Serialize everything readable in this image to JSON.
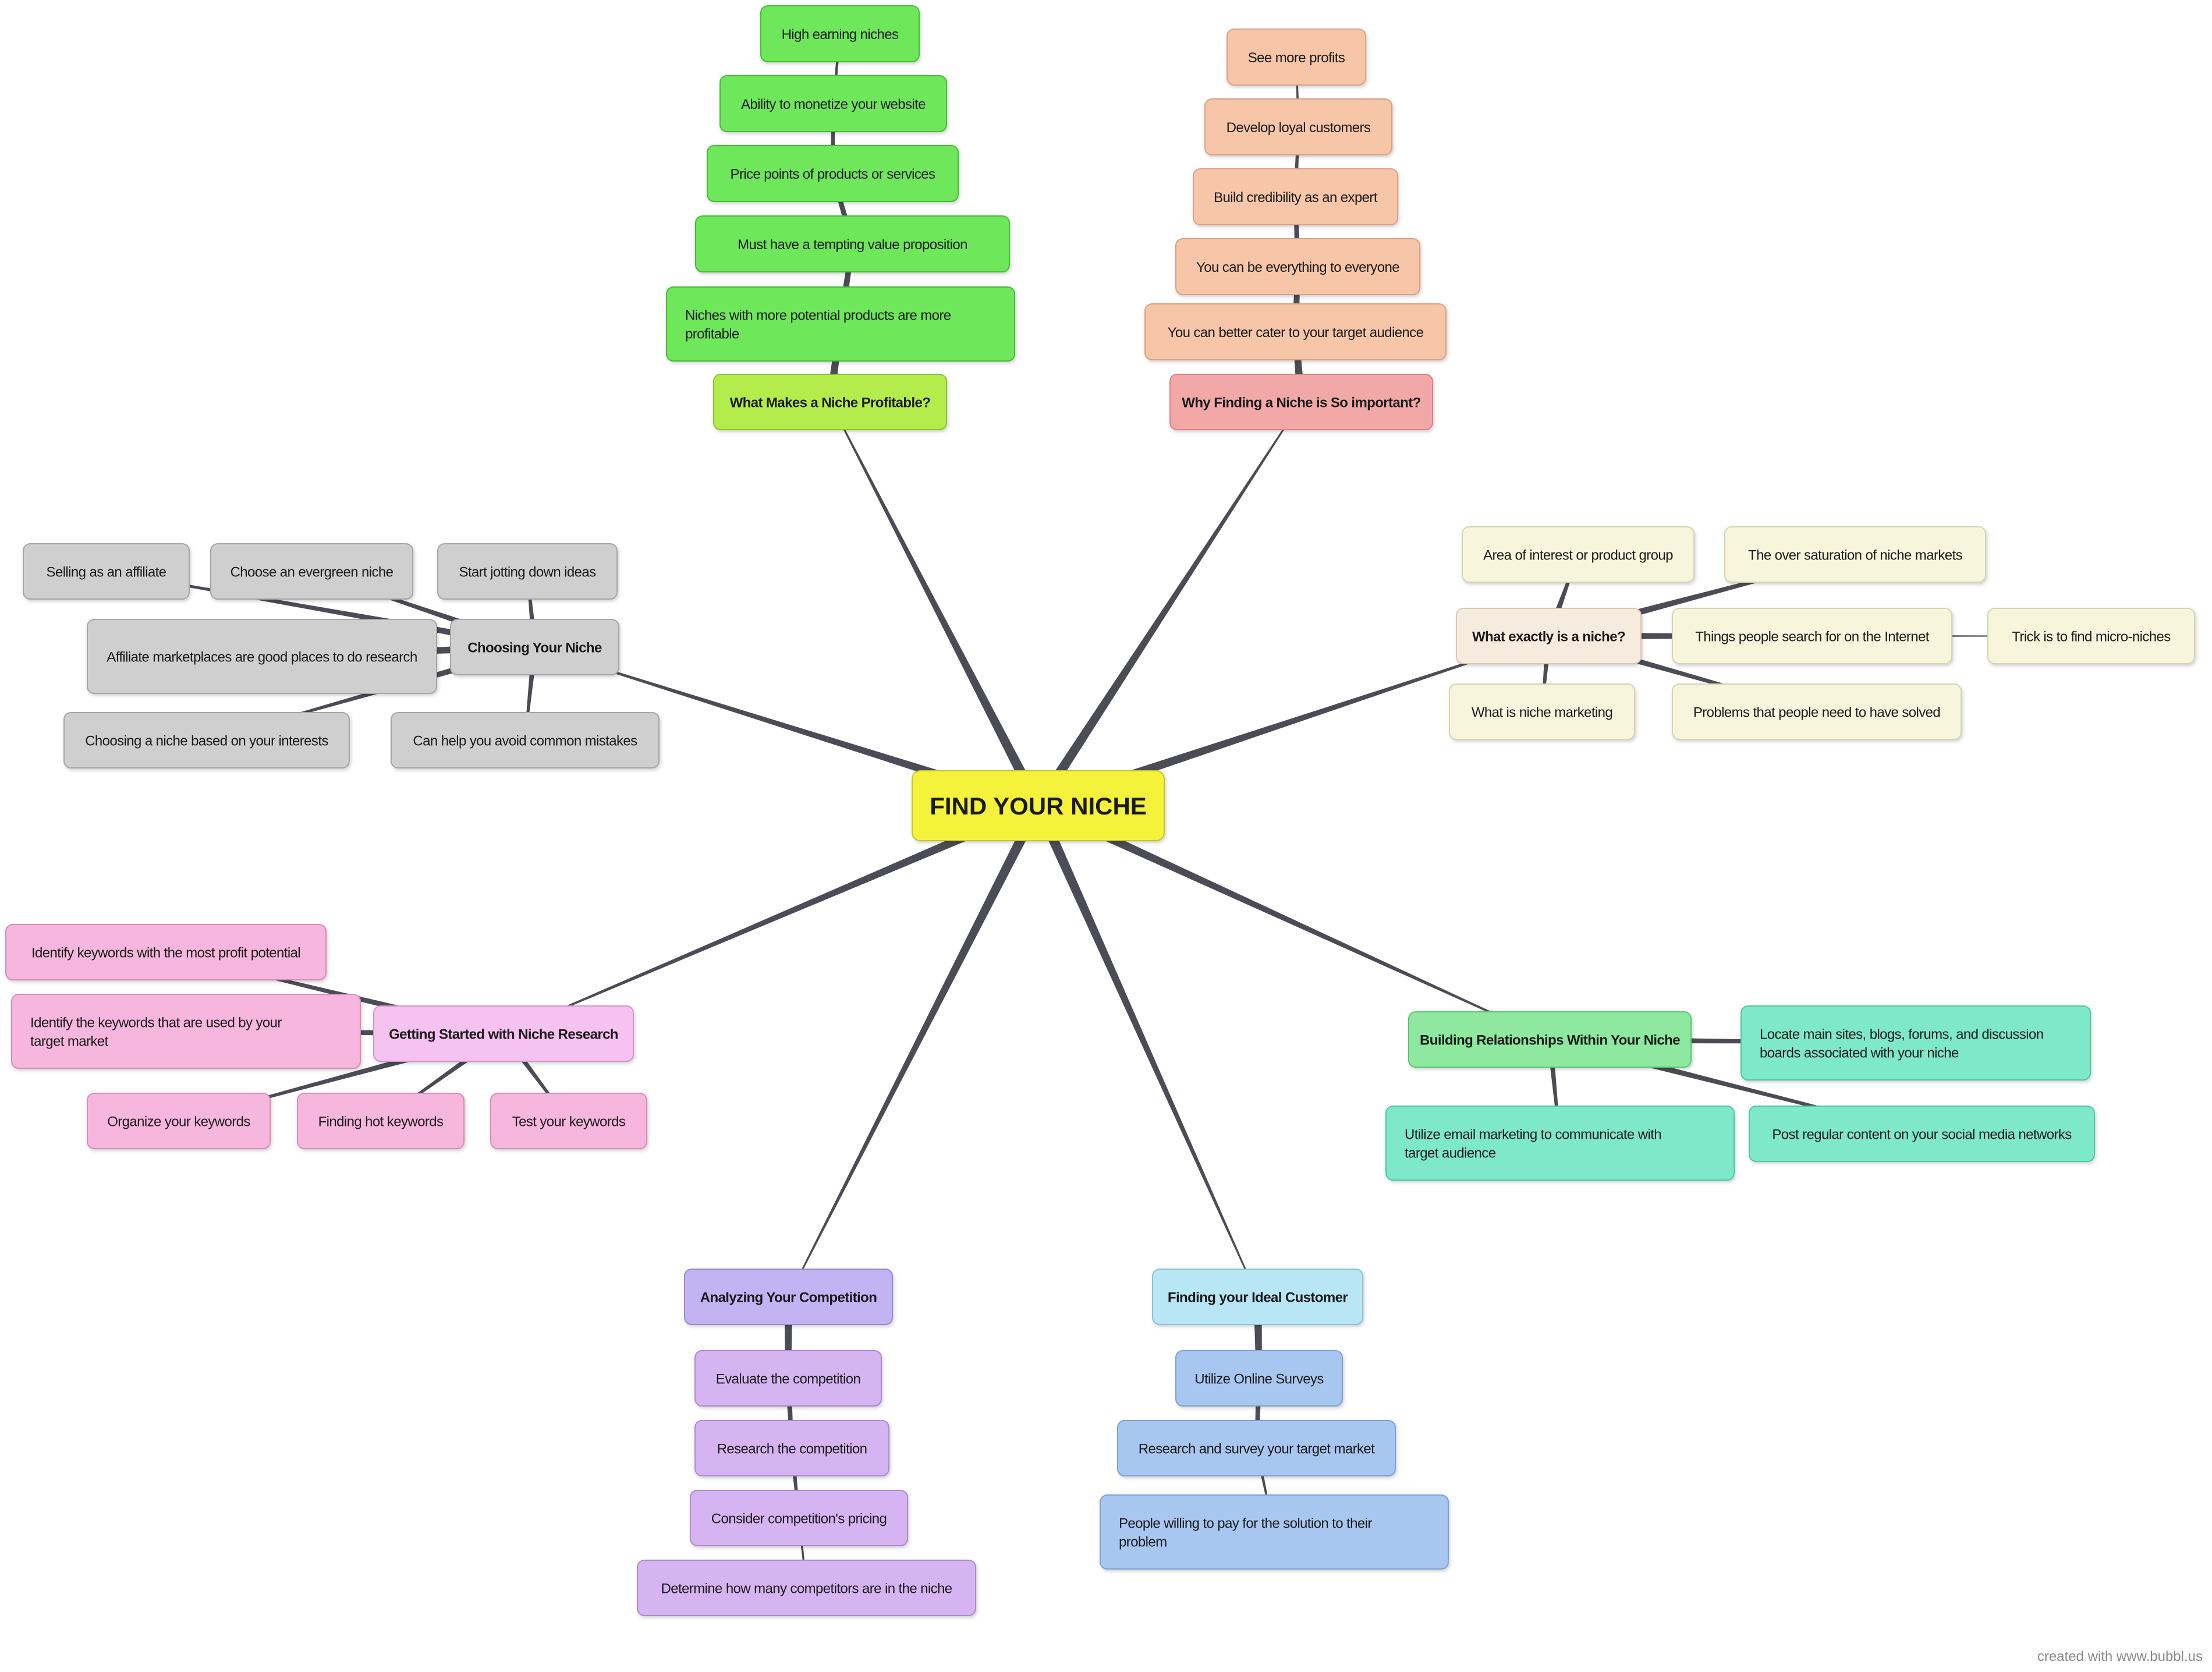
{
  "footer": {
    "credit": "created with www.bubbl.us"
  },
  "palette": {
    "center": {
      "fill": "#f5f23a",
      "stroke": "#c9c424"
    },
    "green": {
      "fill": "#6ee85a",
      "stroke": "#45bd36"
    },
    "lime": {
      "fill": "#b4ec4c",
      "stroke": "#8cc22c"
    },
    "peach": {
      "fill": "#f7c6a8",
      "stroke": "#d9a283"
    },
    "salmon": {
      "fill": "#f3a8a8",
      "stroke": "#d88484"
    },
    "cream": {
      "fill": "#f7f6dd",
      "stroke": "#d6d4b0"
    },
    "creamDark": {
      "fill": "#f6ecdd",
      "stroke": "#d8c9b0"
    },
    "gray": {
      "fill": "#cfcfcf",
      "stroke": "#a6a6a6"
    },
    "pink": {
      "fill": "#f7b6dd",
      "stroke": "#d98cb9"
    },
    "pinkHub": {
      "fill": "#f6c2f0",
      "stroke": "#d495cc"
    },
    "mint": {
      "fill": "#7ee9c8",
      "stroke": "#4fc7a3"
    },
    "mintHub": {
      "fill": "#8fe8a0",
      "stroke": "#5cc673"
    },
    "lavender": {
      "fill": "#d6b4f2",
      "stroke": "#ad89cf"
    },
    "lavHub": {
      "fill": "#c2b4f2",
      "stroke": "#9888cf"
    },
    "sky": {
      "fill": "#b8e6f5",
      "stroke": "#89c2d6"
    },
    "blue": {
      "fill": "#a8c7f0",
      "stroke": "#7ea2d1"
    },
    "lineColor": "#4b4c55",
    "labelColor": "#1a1a1a"
  },
  "center": {
    "id": "center",
    "label": "FIND YOUR NICHE"
  },
  "branches": [
    {
      "id": "profitable",
      "label": "What Makes a Niche Profitable?",
      "children": [
        {
          "id": "p1",
          "label": "Niches with more potential products are more profitable"
        },
        {
          "id": "p2",
          "label": "Must have a tempting value proposition"
        },
        {
          "id": "p3",
          "label": "Price points of products or services"
        },
        {
          "id": "p4",
          "label": "Ability to monetize your website"
        },
        {
          "id": "p5",
          "label": "High earning niches"
        }
      ]
    },
    {
      "id": "important",
      "label": "Why Finding a Niche is So important?",
      "children": [
        {
          "id": "i1",
          "label": "You can better cater to your target audience"
        },
        {
          "id": "i2",
          "label": "You can be everything to everyone"
        },
        {
          "id": "i3",
          "label": "Build credibility as an expert"
        },
        {
          "id": "i4",
          "label": "Develop loyal customers"
        },
        {
          "id": "i5",
          "label": "See more profits"
        }
      ]
    },
    {
      "id": "whatniche",
      "label": "What exactly is a niche?",
      "children": [
        {
          "id": "w1",
          "label": "Area of interest or product group"
        },
        {
          "id": "w2",
          "label": "The over saturation of niche markets"
        },
        {
          "id": "w3",
          "label": "Things people search for on the Internet"
        },
        {
          "id": "w4",
          "label": "What is niche marketing"
        },
        {
          "id": "w5",
          "label": "Problems that people need to have solved"
        },
        {
          "id": "w6",
          "label": "Trick is to find micro-niches"
        }
      ]
    },
    {
      "id": "choosing",
      "label": "Choosing Your Niche",
      "children": [
        {
          "id": "c1",
          "label": "Selling as an affiliate"
        },
        {
          "id": "c2",
          "label": "Choose an evergreen niche"
        },
        {
          "id": "c3",
          "label": "Start jotting down ideas"
        },
        {
          "id": "c4",
          "label": "Affiliate marketplaces are good places to do research"
        },
        {
          "id": "c5",
          "label": "Choosing a niche based on your interests"
        },
        {
          "id": "c6",
          "label": "Can help you avoid common mistakes"
        }
      ]
    },
    {
      "id": "research",
      "label": "Getting Started with Niche Research",
      "children": [
        {
          "id": "r1",
          "label": "Identify keywords with the most profit potential"
        },
        {
          "id": "r2",
          "label": "Identify the keywords that are used by your target market"
        },
        {
          "id": "r3",
          "label": "Organize your keywords"
        },
        {
          "id": "r4",
          "label": "Finding hot keywords"
        },
        {
          "id": "r5",
          "label": "Test your keywords"
        }
      ]
    },
    {
      "id": "relationships",
      "label": "Building Relationships Within Your Niche",
      "children": [
        {
          "id": "b1",
          "label": "Locate main sites, blogs, forums, and discussion boards associated with your niche"
        },
        {
          "id": "b2",
          "label": "Utilize email marketing to communicate with target audience"
        },
        {
          "id": "b3",
          "label": "Post regular content on your social media networks"
        }
      ]
    },
    {
      "id": "competition",
      "label": "Analyzing Your Competition",
      "children": [
        {
          "id": "a1",
          "label": "Evaluate the competition"
        },
        {
          "id": "a2",
          "label": "Research the competition"
        },
        {
          "id": "a3",
          "label": "Consider competition's pricing"
        },
        {
          "id": "a4",
          "label": "Determine how many competitors are in the niche"
        }
      ]
    },
    {
      "id": "customer",
      "label": "Finding your Ideal Customer",
      "children": [
        {
          "id": "f1",
          "label": "Utilize Online Surveys"
        },
        {
          "id": "f2",
          "label": "Research and survey your target market"
        },
        {
          "id": "f3",
          "label": "People willing to pay for the solution to their problem"
        }
      ]
    }
  ]
}
